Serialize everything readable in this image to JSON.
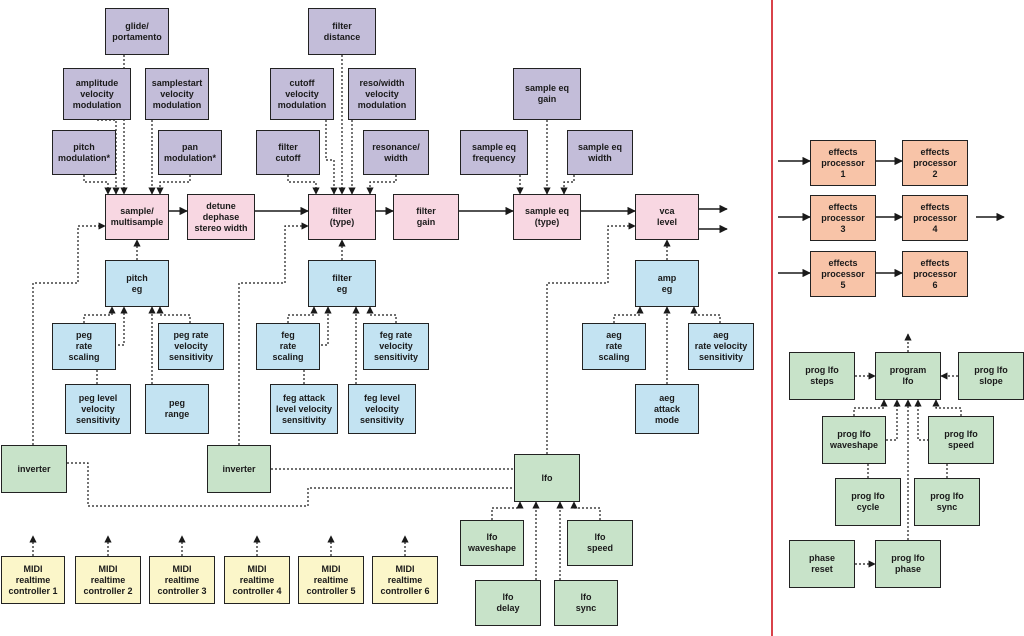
{
  "colors": {
    "purple": "#c3bdd9",
    "pink": "#f8d7e2",
    "blue": "#c3e3f2",
    "green": "#c8e3c9",
    "yellow": "#fbf6c9",
    "orange": "#f8c4a8",
    "divider": "#d9424a",
    "line": "#1a1a1a"
  },
  "nodes": {
    "glide": "glide/\nportamento",
    "ampvel": "amplitude\nvelocity\nmodulation",
    "ssvel": "samplestart\nvelocity\nmodulation",
    "pitchmod": "pitch\nmodulation*",
    "panmod": "pan\nmodulation*",
    "sample": "sample/\nmultisample",
    "detune": "detune\ndephase\nstereo width",
    "filterdist": "filter\ndistance",
    "cutoffvel": "cutoff\nvelocity\nmodulation",
    "resovel": "reso/width\nvelocity\nmodulation",
    "filtercutoff": "filter\ncutoff",
    "resonance": "resonance/\nwidth",
    "filter": "filter\n(type)",
    "filtergain": "filter\ngain",
    "sqgain": "sample eq\ngain",
    "sqfreq": "sample eq\nfrequency",
    "sqwidth": "sample eq\nwidth",
    "sampleeq": "sample eq\n(type)",
    "vca": "vca\nlevel",
    "pitcheg": "pitch\neg",
    "pegrate": "peg\nrate\nscaling",
    "pegratevel": "peg rate\nvelocity\nsensitivity",
    "peglevel": "peg level\nvelocity\nsensitivity",
    "pegrange": "peg\nrange",
    "filtereg": "filter\neg",
    "fegrate": "feg\nrate\nscaling",
    "fegratevel": "feg rate\nvelocity\nsensitivity",
    "fegattack": "feg attack\nlevel velocity\nsensitivity",
    "feglevel": "feg level\nvelocity\nsensitivity",
    "ampeg": "amp\neg",
    "aegrate": "aeg\nrate\nscaling",
    "aegratevel": "aeg\nrate velocity\nsensitivity",
    "aegattack": "aeg\nattack\nmode",
    "inverter1": "inverter",
    "inverter2": "inverter",
    "lfo": "lfo",
    "lfowave": "lfo\nwaveshape",
    "lfospeed": "lfo\nspeed",
    "lfodelay": "lfo\ndelay",
    "lfosync": "lfo\nsync",
    "midi1": "MIDI\nrealtime\ncontroller 1",
    "midi2": "MIDI\nrealtime\ncontroller 2",
    "midi3": "MIDI\nrealtime\ncontroller 3",
    "midi4": "MIDI\nrealtime\ncontroller 4",
    "midi5": "MIDI\nrealtime\ncontroller 5",
    "midi6": "MIDI\nrealtime\ncontroller 6",
    "fx1": "effects\nprocessor\n1",
    "fx2": "effects\nprocessor\n2",
    "fx3": "effects\nprocessor\n3",
    "fx4": "effects\nprocessor\n4",
    "fx5": "effects\nprocessor\n5",
    "fx6": "effects\nprocessor\n6",
    "plfosteps": "prog lfo\nsteps",
    "proglfo": "program\nlfo",
    "plfoslope": "prog lfo\nslope",
    "plfowave": "prog lfo\nwaveshape",
    "plfospeed": "prog lfo\nspeed",
    "plfocycle": "prog lfo\ncycle",
    "plfosync": "prog lfo\nsync",
    "phasereset": "phase\nreset",
    "plfophase": "prog lfo\nphase"
  }
}
